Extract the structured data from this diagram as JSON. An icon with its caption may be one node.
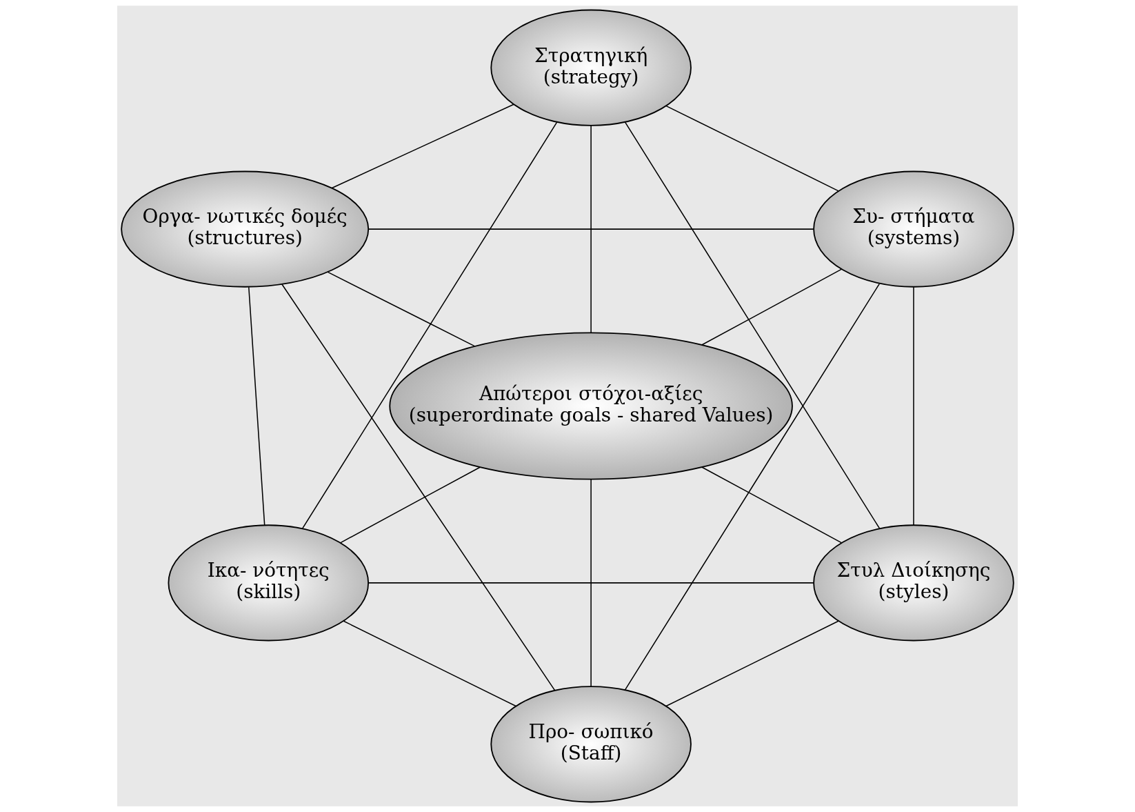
{
  "diagram": {
    "nodes": [
      {
        "text": [
          "Στρατηγική",
          "(strategy)"
        ]
      },
      {
        "text": [
          "Οργα- νωτικές δομές",
          "(structures)"
        ]
      },
      {
        "text": [
          "Συ- στήματα",
          "(systems)"
        ]
      },
      {
        "text": [
          "Απώτεροι στόχοι-αξίες",
          "(superordinate goals - shared Values)"
        ]
      },
      {
        "text": [
          "Ικα- νότητες",
          "(skills)"
        ]
      },
      {
        "text": [
          "Στυλ Διοίκησης",
          "(styles)"
        ]
      },
      {
        "text": [
          "Προ- σωπικό",
          "(Staff)"
        ]
      }
    ],
    "edges": [
      {
        "from": 0,
        "to": 1,
        "arrow": "none"
      },
      {
        "from": 0,
        "to": 2,
        "arrow": "none"
      },
      {
        "from": 0,
        "to": 3,
        "arrow": "none"
      },
      {
        "from": 0,
        "to": 4,
        "arrow": "none"
      },
      {
        "from": 0,
        "to": 5,
        "arrow": "none"
      },
      {
        "from": 1,
        "to": 2,
        "arrow": "none"
      },
      {
        "from": 1,
        "to": 3,
        "arrow": "none"
      },
      {
        "from": 1,
        "to": 4,
        "arrow": "none"
      },
      {
        "from": 1,
        "to": 6,
        "arrow": "none"
      },
      {
        "from": 2,
        "to": 3,
        "arrow": "none"
      },
      {
        "from": 2,
        "to": 5,
        "arrow": "none"
      },
      {
        "from": 2,
        "to": 6,
        "arrow": "none"
      },
      {
        "from": 4,
        "to": 3,
        "arrow": "none"
      },
      {
        "from": 4,
        "to": 5,
        "arrow": "none"
      },
      {
        "from": 4,
        "to": 6,
        "arrow": "none"
      },
      {
        "from": 5,
        "to": 3,
        "arrow": "none"
      },
      {
        "from": 5,
        "to": 6,
        "arrow": "none"
      },
      {
        "from": 6,
        "to": 3,
        "arrow": "none"
      }
    ]
  }
}
